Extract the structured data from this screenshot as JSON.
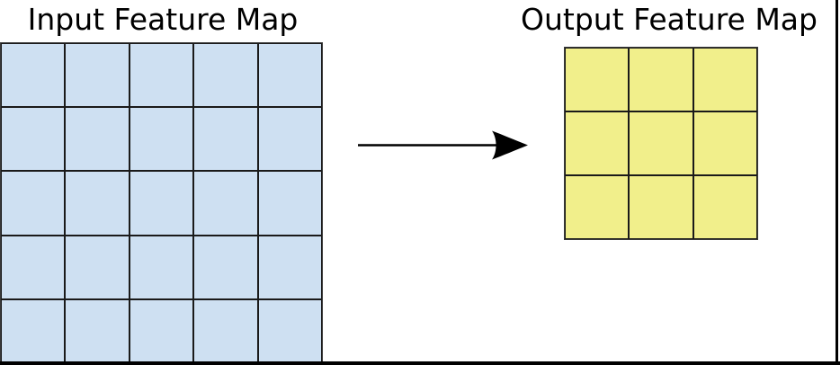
{
  "diagram": {
    "input_map": {
      "title": "Input Feature Map",
      "rows": 5,
      "cols": 5,
      "cell_color": "#cee0f2",
      "grid_line_color": "#1a1a1a",
      "outer_border_color": "#3a3a3a"
    },
    "output_map": {
      "title": "Output Feature Map",
      "rows": 3,
      "cols": 3,
      "cell_color": "#f1ef8b",
      "grid_line_color": "#1a1a1a",
      "outer_border_color": "#3a3a3a"
    },
    "arrow": {
      "name": "right-arrow",
      "direction": "right",
      "color": "#000000"
    },
    "frame": {
      "color": "#000000"
    }
  }
}
